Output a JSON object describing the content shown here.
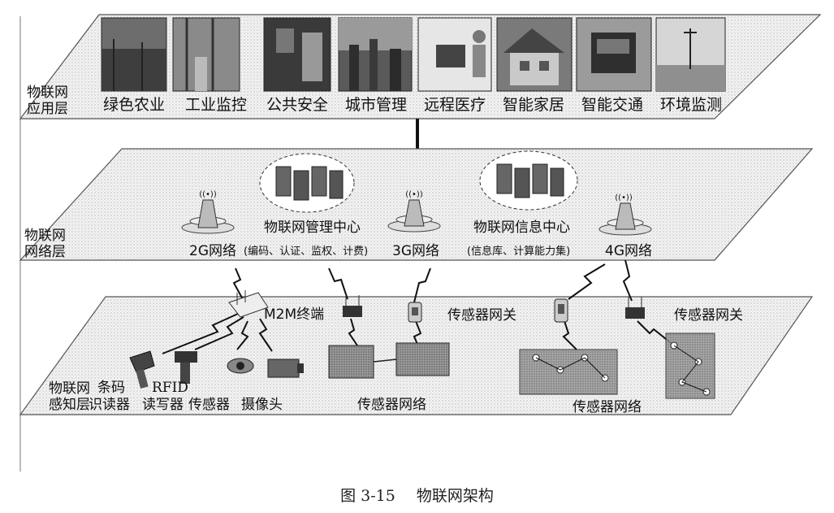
{
  "application_layer": {
    "title_line1": "物联网",
    "title_line2": "应用层",
    "items": [
      "绿色农业",
      "工业监控",
      "公共安全",
      "城市管理",
      "远程医疗",
      "智能家居",
      "智能交通",
      "环境监测"
    ]
  },
  "network_layer": {
    "title_line1": "物联网",
    "title_line2": "网络层",
    "management_center": "物联网管理中心",
    "management_functions": "(编码、认证、监权、计费)",
    "info_center": "物联网信息中心",
    "info_functions": "(信息库、计算能力集)",
    "net_2g": "2G网络",
    "net_3g": "3G网络",
    "net_4g": "4G网络",
    "tower_label": "((•))"
  },
  "perception_layer": {
    "title_line1": "物联网",
    "title_line2": "感知层",
    "m2m_terminal": "M2M终端",
    "sensor_gateway_1": "传感器网关",
    "sensor_gateway_2": "传感器网关",
    "barcode_line1": "条码",
    "barcode_line2": "识读器",
    "rfid_line1": "RFID",
    "rfid_line2": "读写器",
    "sensor": "传感器",
    "camera": "摄像头",
    "sensor_network_1": "传感器网络",
    "sensor_network_2": "传感器网络"
  },
  "caption": {
    "number": "图 3-15",
    "title": "物联网架构"
  }
}
